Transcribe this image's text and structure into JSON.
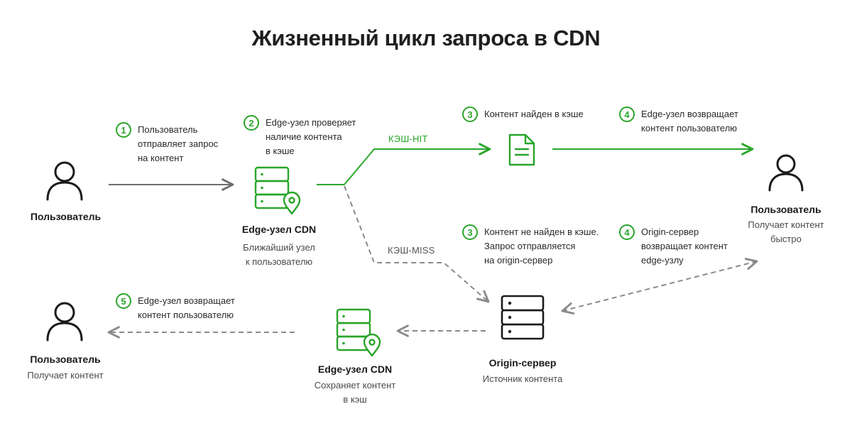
{
  "title": "Жизненный цикл запроса в CDN",
  "colors": {
    "accent": "#2aa52a",
    "ink": "#1a1a1a",
    "muted": "#8a8a8a",
    "arrow": "#6e6e6e"
  },
  "nodes": {
    "user_left": {
      "label": "Пользователь",
      "icon": "user-icon"
    },
    "edge_top": {
      "label": "Edge-узел CDN",
      "sub": "Ближайший узел\nк пользователю",
      "icon": "server-location-icon"
    },
    "user_right": {
      "label": "Пользователь",
      "sub": "Получает контент\nбыстро",
      "icon": "user-icon"
    },
    "origin": {
      "label": "Origin-сервер",
      "sub": "Источник контента",
      "icon": "server-icon"
    },
    "edge_bottom": {
      "label": "Edge-узел CDN",
      "sub": "Сохраняет контент\nв кэш",
      "icon": "server-location-icon"
    },
    "user_bottom": {
      "label": "Пользователь",
      "sub": "Получает контент",
      "icon": "user-icon"
    },
    "document": {
      "icon": "document-icon"
    }
  },
  "steps": {
    "s1": {
      "num": "1",
      "text": "Пользователь\nотправляет запрос\nна контент"
    },
    "s2": {
      "num": "2",
      "text": "Edge-узел проверяет\nналичие контента\nв кэше"
    },
    "s3_hit": {
      "num": "3",
      "text": "Контент найден в кэше"
    },
    "s4_hit": {
      "num": "4",
      "text": "Edge-узел возвращает\nконтент пользователю"
    },
    "s3_miss": {
      "num": "3",
      "text": "Контент не найден в кэше.\nЗапрос отправляется\nна origin-сервер"
    },
    "s4_miss": {
      "num": "4",
      "text": "Origin-сервер\nвозвращает контент\nedge-узлу"
    },
    "s5": {
      "num": "5",
      "text": "Edge-узел возвращает\nконтент пользователю"
    }
  },
  "edges": {
    "hit_label": "КЭШ-HIT",
    "miss_label": "КЭШ-MISS"
  }
}
